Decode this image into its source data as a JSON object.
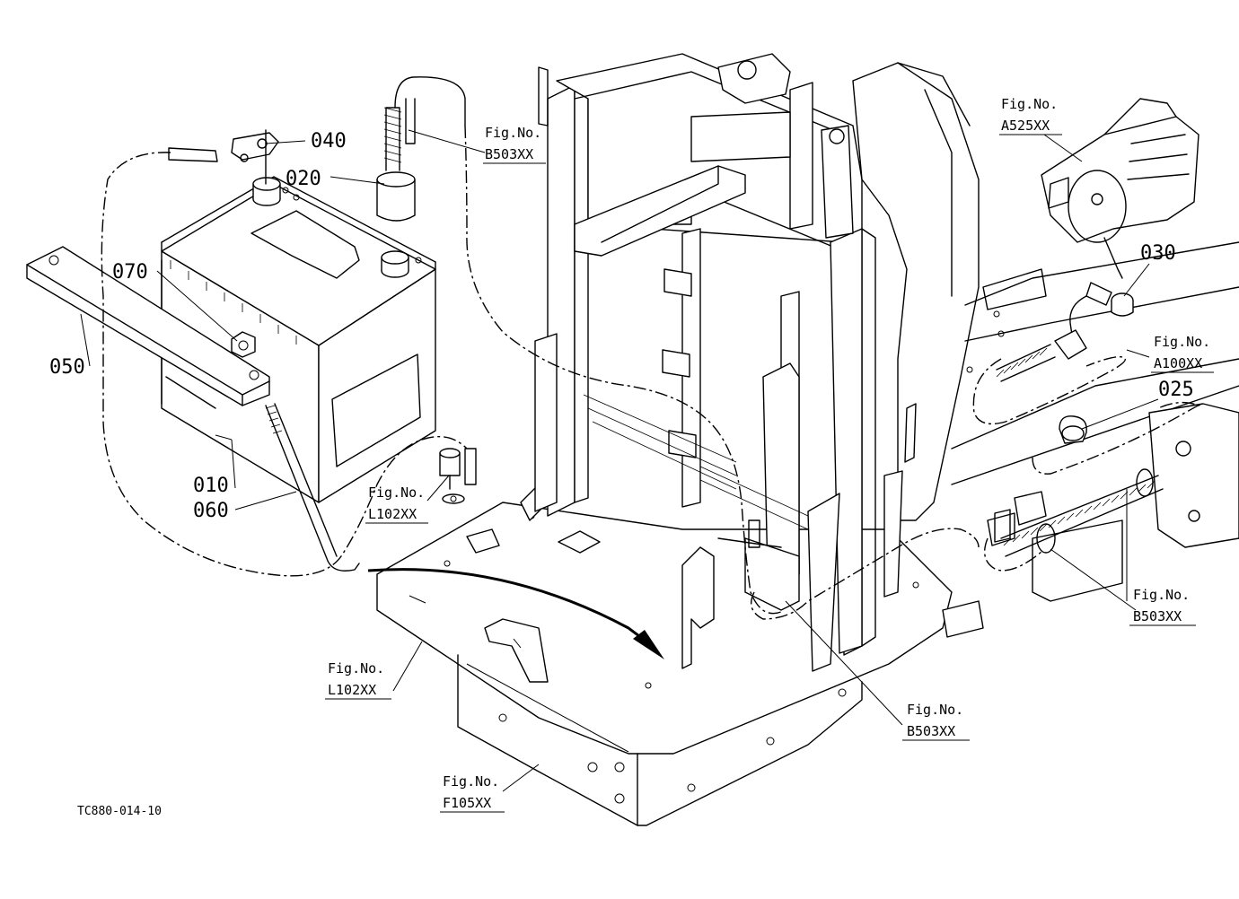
{
  "drawing_code": "TC880-014-10",
  "parts": {
    "p010": "010",
    "p020": "020",
    "p025": "025",
    "p030": "030",
    "p040": "040",
    "p050": "050",
    "p060": "060",
    "p070": "070"
  },
  "figure_refs": {
    "b503_top": {
      "line1": "Fig.No.",
      "line2": "B503XX"
    },
    "a525": {
      "line1": "Fig.No.",
      "line2": "A525XX"
    },
    "a100": {
      "line1": "Fig.No.",
      "line2": "A100XX"
    },
    "l102_mid": {
      "line1": "Fig.No.",
      "line2": "L102XX"
    },
    "b503_right": {
      "line1": "Fig.No.",
      "line2": "B503XX"
    },
    "l102_low": {
      "line1": "Fig.No.",
      "line2": "L102XX"
    },
    "b503_low": {
      "line1": "Fig.No.",
      "line2": "B503XX"
    },
    "f105": {
      "line1": "Fig.No.",
      "line2": "F105XX"
    }
  }
}
